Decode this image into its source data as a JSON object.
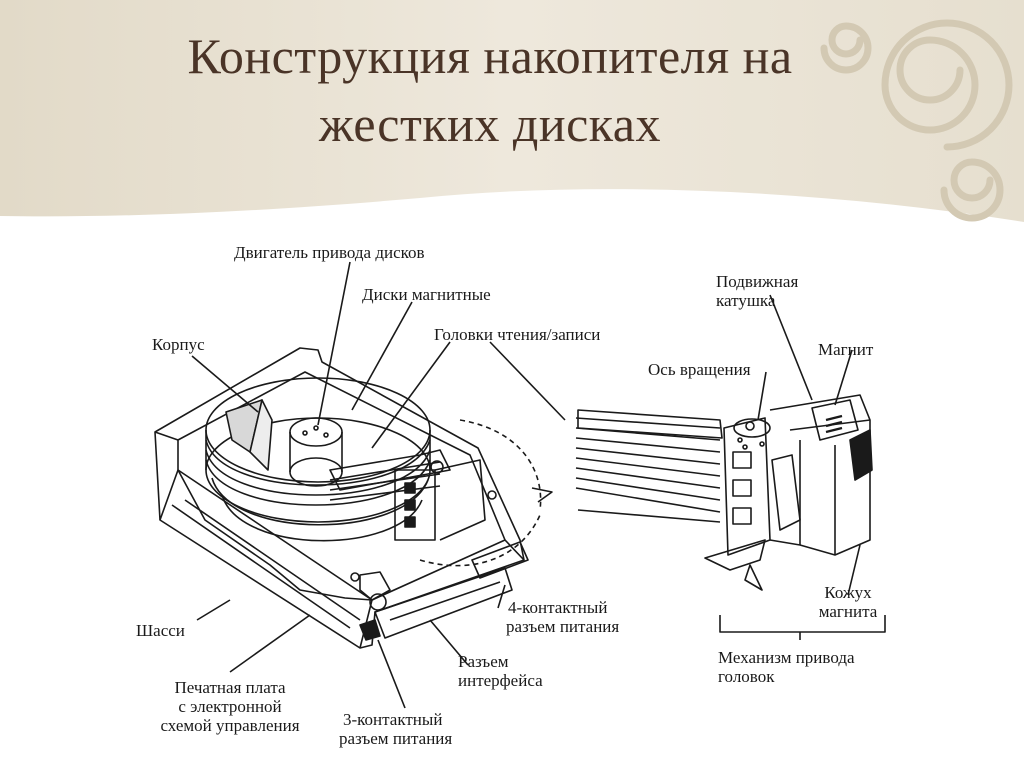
{
  "slide": {
    "title_line1": "Конструкция накопителя на",
    "title_line2": "жестких дисках"
  },
  "labels": {
    "motor": "Двигатель привода дисков",
    "disks": "Диски магнитные",
    "heads": "Головки чтения/записи",
    "case": "Корпус",
    "chassis": "Шасси",
    "pcb_1": "Печатная плата",
    "pcb_2": "с электронной",
    "pcb_3": "схемой управления",
    "pwr3_1": "3-контактный",
    "pwr3_2": "разъем питания",
    "iface_1": "Разъем",
    "iface_2": "интерфейса",
    "pwr4_1": "4-контактный",
    "pwr4_2": "разъем питания",
    "coil_1": "Подвижная",
    "coil_2": "катушка",
    "magnet": "Магнит",
    "axis": "Ось вращения",
    "shield_1": "Кожух",
    "shield_2": "магнита",
    "mech_1": "Механизм привода",
    "mech_2": "головок"
  },
  "colors": {
    "title": "#4a3427",
    "header_bg": "#ece6d8",
    "swirl": "#d6ccb6",
    "line": "#1a1a1a"
  }
}
